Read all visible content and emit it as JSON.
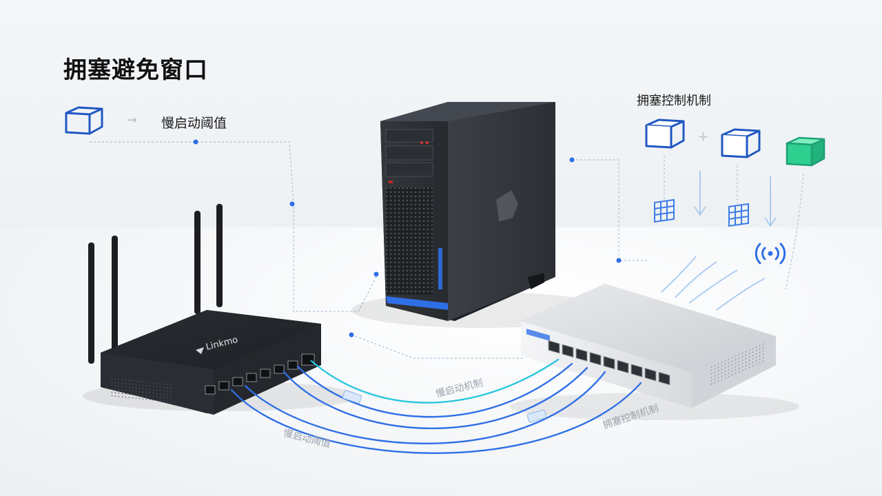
{
  "title": "拥塞避免窗口",
  "left_legend": {
    "icon": "cube-outline-icon",
    "arrow": "→",
    "label": "慢启动阈值"
  },
  "right_legend": {
    "title": "拥塞控制机制",
    "plus": "+",
    "icons": [
      "cube-outline-icon",
      "cube-outline-icon",
      "cube-filled-green-icon"
    ],
    "sub_icons": [
      "grid-icon",
      "grid-icon",
      "wireless-signal-icon"
    ]
  },
  "cable_labels": {
    "router_side": "慢启动阈值",
    "top_middle": "慢启动机制",
    "switch_side": "拥塞控制机制"
  },
  "colors": {
    "accent_blue": "#1f57c3",
    "accent_green": "#2fd08f",
    "cable_blue": "#2f6fe6",
    "cable_cyan": "#28c6dd"
  }
}
